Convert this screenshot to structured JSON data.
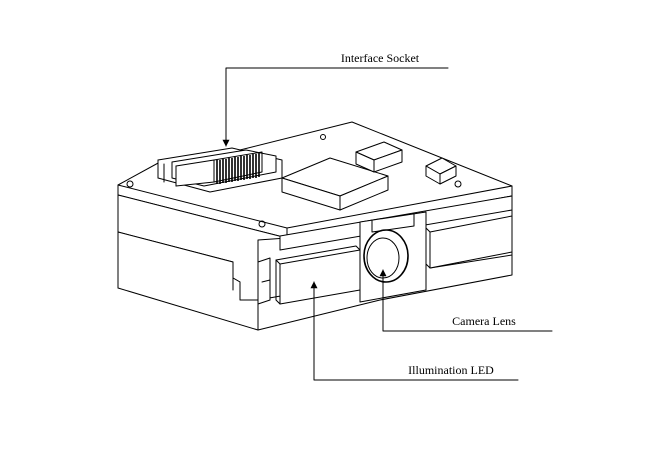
{
  "diagram": {
    "labels": {
      "interface_socket": "Interface Socket",
      "camera_lens": "Camera Lens",
      "illumination_led": "Illumination LED"
    },
    "colors": {
      "line": "#000000",
      "background": "#ffffff"
    }
  }
}
